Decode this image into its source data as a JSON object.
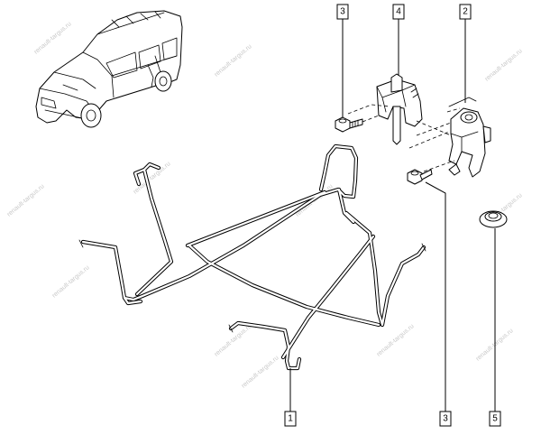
{
  "watermark_text": "renault-targus.ru",
  "callouts": [
    {
      "label": "3"
    },
    {
      "label": "4"
    },
    {
      "label": "2"
    },
    {
      "label": "1"
    },
    {
      "label": "3"
    },
    {
      "label": "5"
    }
  ],
  "colors": {
    "ink": "#000000",
    "watermark": "#c9c9c9",
    "background": "#ffffff"
  }
}
